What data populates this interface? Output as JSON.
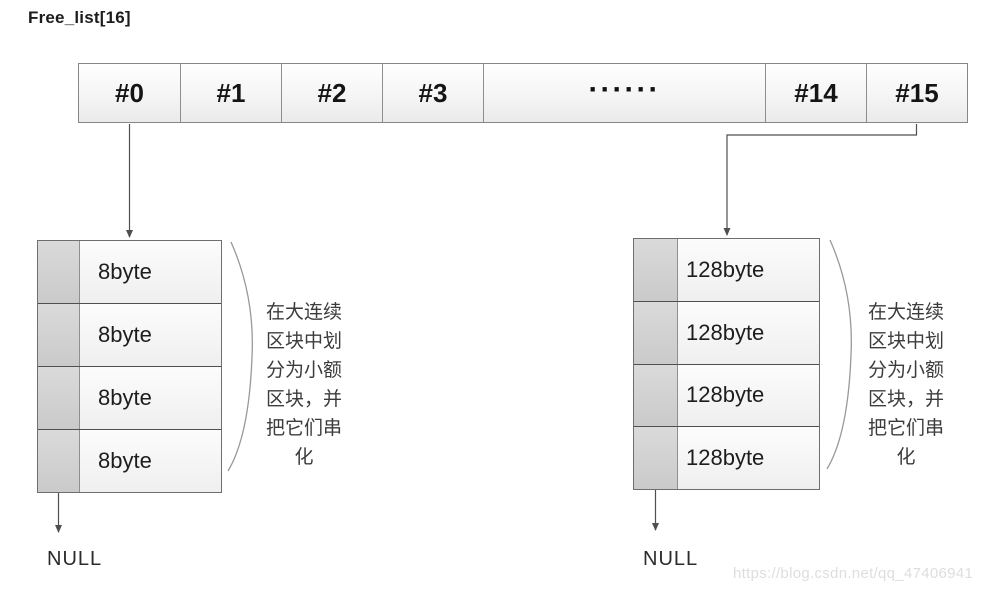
{
  "title": "Free_list[16]",
  "array": {
    "cells": [
      "#0",
      "#1",
      "#2",
      "#3",
      "······",
      "#14",
      "#15"
    ]
  },
  "left_list": {
    "nodes": [
      "8byte",
      "8byte",
      "8byte",
      "8byte"
    ],
    "terminator": "NULL",
    "annotation": "在大连续区块中划分为小额区块，并把它们串化"
  },
  "right_list": {
    "nodes": [
      "128byte",
      "128byte",
      "128byte",
      "128byte"
    ],
    "terminator": "NULL",
    "annotation": "在大连续区块中划分为小额区块，并把它们串化"
  },
  "watermark": "https://blog.csdn.net/qq_47406941",
  "colors": {
    "box_border": "#6e6e6e",
    "row_divider": "#4f4f4f",
    "pointer_cell_fill": "#d3d3d3",
    "arrow": "#4f4f4f",
    "brace": "#999999",
    "watermark_text": "#dedede"
  }
}
